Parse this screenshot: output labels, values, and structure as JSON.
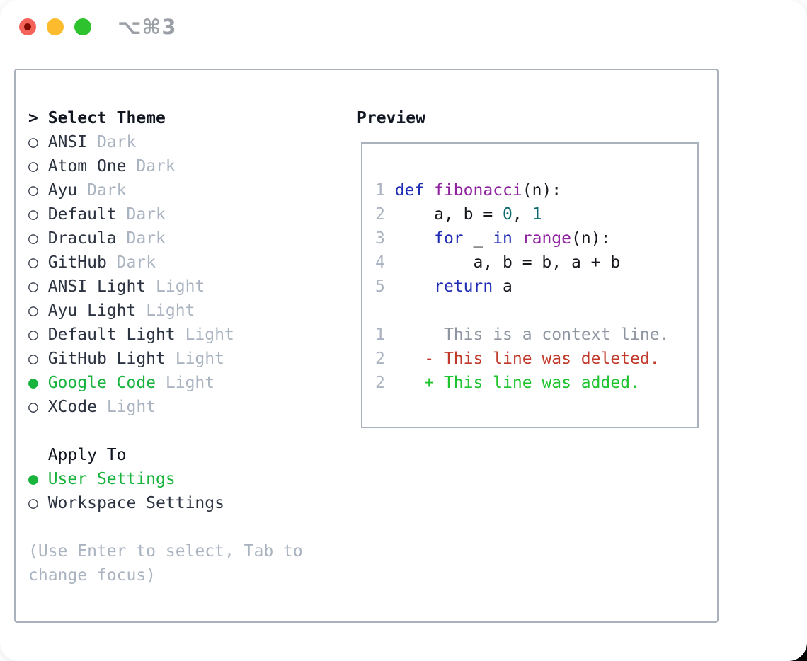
{
  "window": {
    "shortcut": "⌥⌘3",
    "traffic_lights": [
      "close",
      "minimize",
      "zoom"
    ]
  },
  "colors": {
    "accent_green": "#17b33c",
    "diff_red": "#c0392b",
    "diff_green": "#1ec42e",
    "keyword_blue": "#1f2db4",
    "function_purple": "#8f239f",
    "number_teal": "#0b6a6e",
    "muted_gray": "#aab3c0",
    "border_gray": "#a9b1bc"
  },
  "selector": {
    "title": "Select Theme",
    "apply_title": "Apply To",
    "hint": "(Use Enter to select, Tab to change focus)",
    "rows": [
      {
        "id": "select-theme-header",
        "ia": false,
        "tokens": [
          {
            "t": "> Select Theme",
            "c": "hdr"
          }
        ]
      },
      {
        "id": "theme-option-ansi-dark",
        "ia": true,
        "tokens": [
          {
            "t": "○ ",
            "c": "circ",
            "n": "radio-icon"
          },
          {
            "t": "ANSI",
            "c": "name"
          },
          {
            "t": " ",
            "c": "name"
          },
          {
            "t": "Dark",
            "c": "tag"
          }
        ]
      },
      {
        "id": "theme-option-atom-one-dark",
        "ia": true,
        "tokens": [
          {
            "t": "○ ",
            "c": "circ",
            "n": "radio-icon"
          },
          {
            "t": "Atom One",
            "c": "name"
          },
          {
            "t": " ",
            "c": "name"
          },
          {
            "t": "Dark",
            "c": "tag"
          }
        ]
      },
      {
        "id": "theme-option-ayu-dark",
        "ia": true,
        "tokens": [
          {
            "t": "○ ",
            "c": "circ",
            "n": "radio-icon"
          },
          {
            "t": "Ayu",
            "c": "name"
          },
          {
            "t": " ",
            "c": "name"
          },
          {
            "t": "Dark",
            "c": "tag"
          }
        ]
      },
      {
        "id": "theme-option-default-dark",
        "ia": true,
        "tokens": [
          {
            "t": "○ ",
            "c": "circ",
            "n": "radio-icon"
          },
          {
            "t": "Default",
            "c": "name"
          },
          {
            "t": " ",
            "c": "name"
          },
          {
            "t": "Dark",
            "c": "tag"
          }
        ]
      },
      {
        "id": "theme-option-dracula-dark",
        "ia": true,
        "tokens": [
          {
            "t": "○ ",
            "c": "circ",
            "n": "radio-icon"
          },
          {
            "t": "Dracula",
            "c": "name"
          },
          {
            "t": " ",
            "c": "name"
          },
          {
            "t": "Dark",
            "c": "tag"
          }
        ]
      },
      {
        "id": "theme-option-github-dark",
        "ia": true,
        "tokens": [
          {
            "t": "○ ",
            "c": "circ",
            "n": "radio-icon"
          },
          {
            "t": "GitHub",
            "c": "name"
          },
          {
            "t": " ",
            "c": "name"
          },
          {
            "t": "Dark",
            "c": "tag"
          }
        ]
      },
      {
        "id": "theme-option-ansi-light",
        "ia": true,
        "tokens": [
          {
            "t": "○ ",
            "c": "circ",
            "n": "radio-icon"
          },
          {
            "t": "ANSI Light",
            "c": "name"
          },
          {
            "t": " ",
            "c": "name"
          },
          {
            "t": "Light",
            "c": "tag"
          }
        ]
      },
      {
        "id": "theme-option-ayu-light",
        "ia": true,
        "tokens": [
          {
            "t": "○ ",
            "c": "circ",
            "n": "radio-icon"
          },
          {
            "t": "Ayu Light",
            "c": "name"
          },
          {
            "t": " ",
            "c": "name"
          },
          {
            "t": "Light",
            "c": "tag"
          }
        ]
      },
      {
        "id": "theme-option-default-light",
        "ia": true,
        "tokens": [
          {
            "t": "○ ",
            "c": "circ",
            "n": "radio-icon"
          },
          {
            "t": "Default Light",
            "c": "name"
          },
          {
            "t": " ",
            "c": "name"
          },
          {
            "t": "Light",
            "c": "tag"
          }
        ]
      },
      {
        "id": "theme-option-github-light",
        "ia": true,
        "tokens": [
          {
            "t": "○ ",
            "c": "circ",
            "n": "radio-icon"
          },
          {
            "t": "GitHub Light",
            "c": "name"
          },
          {
            "t": " ",
            "c": "name"
          },
          {
            "t": "Light",
            "c": "tag"
          }
        ]
      },
      {
        "id": "theme-option-google-code-light",
        "ia": true,
        "tokens": [
          {
            "t": "● ",
            "c": "sel",
            "n": "radio-selected-icon"
          },
          {
            "t": "Google Code",
            "c": "sel"
          },
          {
            "t": " ",
            "c": "name"
          },
          {
            "t": "Light",
            "c": "tag"
          }
        ]
      },
      {
        "id": "theme-option-xcode-light",
        "ia": true,
        "tokens": [
          {
            "t": "○ ",
            "c": "circ",
            "n": "radio-icon"
          },
          {
            "t": "XCode",
            "c": "name"
          },
          {
            "t": " ",
            "c": "name"
          },
          {
            "t": "Light",
            "c": "tag"
          }
        ]
      },
      {
        "id": "spacer",
        "ia": false,
        "tokens": []
      },
      {
        "id": "apply-to-header",
        "ia": false,
        "tokens": [
          {
            "t": "  Apply To",
            "c": "hdr2"
          }
        ]
      },
      {
        "id": "apply-option-user-settings",
        "ia": true,
        "tokens": [
          {
            "t": "● ",
            "c": "sel",
            "n": "radio-selected-icon"
          },
          {
            "t": "User Settings",
            "c": "sel"
          }
        ]
      },
      {
        "id": "apply-option-workspace-settings",
        "ia": true,
        "tokens": [
          {
            "t": "○ ",
            "c": "circ",
            "n": "radio-icon"
          },
          {
            "t": "Workspace Settings",
            "c": "name"
          }
        ]
      },
      {
        "id": "spacer",
        "ia": false,
        "tokens": []
      },
      {
        "id": "hint-line-1",
        "ia": false,
        "tokens": [
          {
            "t": "(Use Enter to select, Tab to",
            "c": "hint"
          }
        ]
      },
      {
        "id": "hint-line-2",
        "ia": false,
        "tokens": [
          {
            "t": "change focus)",
            "c": "hint"
          }
        ]
      }
    ]
  },
  "preview": {
    "title": "Preview",
    "lines": [
      {
        "id": "code-line-1",
        "ia": false,
        "tokens": [
          {
            "t": "1 ",
            "c": "ln"
          },
          {
            "t": "def",
            "c": "kw"
          },
          {
            "t": " ",
            "c": "pl"
          },
          {
            "t": "fibonacci",
            "c": "fn"
          },
          {
            "t": "(n):",
            "c": "pl"
          }
        ]
      },
      {
        "id": "code-line-2",
        "ia": false,
        "tokens": [
          {
            "t": "2",
            "c": "ln"
          },
          {
            "t": "     a, b = ",
            "c": "pl"
          },
          {
            "t": "0",
            "c": "num"
          },
          {
            "t": ", ",
            "c": "pl"
          },
          {
            "t": "1",
            "c": "num"
          }
        ]
      },
      {
        "id": "code-line-3",
        "ia": false,
        "tokens": [
          {
            "t": "3",
            "c": "ln"
          },
          {
            "t": "     ",
            "c": "pl"
          },
          {
            "t": "for",
            "c": "kw"
          },
          {
            "t": " _ ",
            "c": "pl"
          },
          {
            "t": "in",
            "c": "kw"
          },
          {
            "t": " ",
            "c": "pl"
          },
          {
            "t": "range",
            "c": "fn"
          },
          {
            "t": "(n):",
            "c": "pl"
          }
        ]
      },
      {
        "id": "code-line-4",
        "ia": false,
        "tokens": [
          {
            "t": "4",
            "c": "ln"
          },
          {
            "t": "         a, b = b, a + b",
            "c": "pl"
          }
        ]
      },
      {
        "id": "code-line-5",
        "ia": false,
        "tokens": [
          {
            "t": "5",
            "c": "ln"
          },
          {
            "t": "     ",
            "c": "pl"
          },
          {
            "t": "return",
            "c": "kw"
          },
          {
            "t": " a",
            "c": "pl"
          }
        ]
      },
      {
        "id": "blank-line",
        "ia": false,
        "tokens": []
      },
      {
        "id": "diff-context-line",
        "ia": false,
        "tokens": [
          {
            "t": "1",
            "c": "ln"
          },
          {
            "t": "      ",
            "c": "pl"
          },
          {
            "t": "This is a context line.",
            "c": "ctx"
          }
        ]
      },
      {
        "id": "diff-deleted-line",
        "ia": false,
        "tokens": [
          {
            "t": "2",
            "c": "ln"
          },
          {
            "t": "    ",
            "c": "pl"
          },
          {
            "t": "- This line was deleted.",
            "c": "del"
          }
        ]
      },
      {
        "id": "diff-added-line",
        "ia": false,
        "tokens": [
          {
            "t": "2",
            "c": "ln"
          },
          {
            "t": "    ",
            "c": "pl"
          },
          {
            "t": "+ This line was added.",
            "c": "add"
          }
        ]
      }
    ]
  }
}
